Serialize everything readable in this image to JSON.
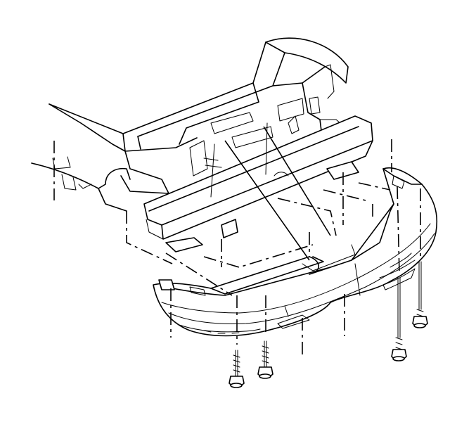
{
  "diagram": {
    "parts": [
      "front-fascia",
      "impact-bar",
      "upper-body-structure",
      "fender",
      "retaining-bolts"
    ]
  }
}
